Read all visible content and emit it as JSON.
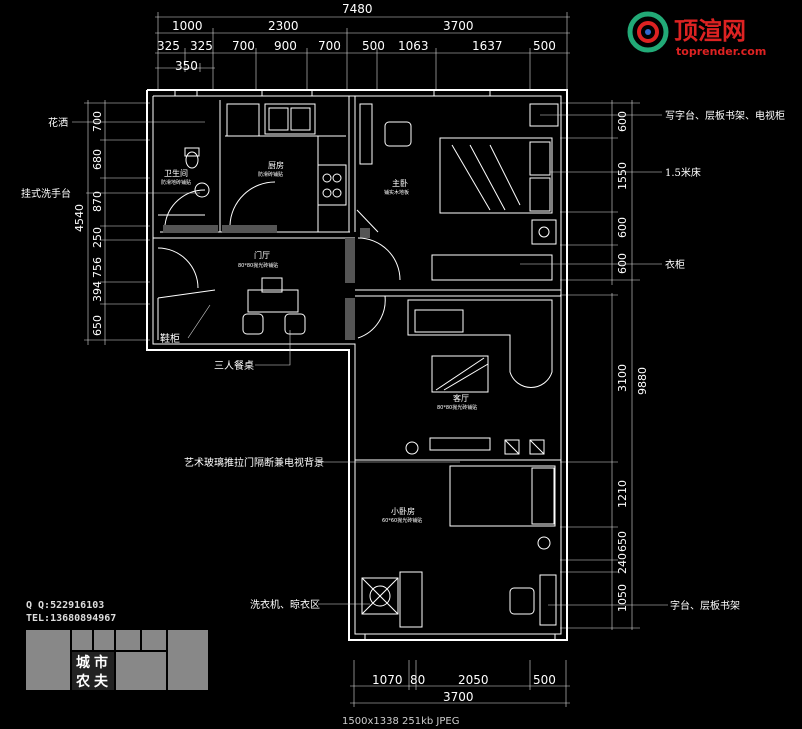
{
  "dimensions": {
    "top_total": "7480",
    "top_row1": [
      "1000",
      "2300",
      "3700"
    ],
    "top_row2": [
      "325",
      "325",
      "700",
      "900",
      "700",
      "500",
      "1063",
      "1637",
      "500"
    ],
    "top_row3": "350",
    "left_total": "4540",
    "left_segments": [
      "700",
      "680",
      "870",
      "250",
      "756",
      "394",
      "650"
    ],
    "right_upper": [
      "600",
      "1550",
      "600",
      "600"
    ],
    "right_total": "9880",
    "right_lower": [
      "3100",
      "1210",
      "650",
      "240",
      "1050"
    ],
    "bottom_row1": [
      "1070",
      "80",
      "2050",
      "500"
    ],
    "bottom_total": "3700"
  },
  "rooms": {
    "bathroom": "卫生间",
    "bathroom_sub": "防滑地砖铺贴",
    "kitchen": "厨房",
    "kitchen_sub": "防滑砖铺贴",
    "master_bedroom": "主卧",
    "master_sub": "铺实木地板",
    "foyer": "门厅",
    "foyer_sub": "80*80抛光砖铺贴",
    "living": "客厅",
    "living_sub": "80*80抛光砖铺贴",
    "small_bedroom": "小卧房",
    "small_sub": "60*60抛光砖铺贴"
  },
  "callouts": {
    "shower": "花洒",
    "basin": "挂式洗手台",
    "desk_tv": "写字台、层板书架、电视柜",
    "bed": "1.5米床",
    "wardrobe": "衣柜",
    "shoe_cabinet": "鞋柜",
    "dining": "三人餐桌",
    "glass_door": "艺术玻璃推拉门隔断兼电视背景",
    "laundry": "洗衣机、晾衣区",
    "desk_shelf": "字台、层板书架"
  },
  "brand": {
    "name": "顶渲网",
    "url": "toprender.com",
    "logo_chars": [
      "城",
      "市",
      "农",
      "夫"
    ],
    "accent": "#d22222"
  },
  "contact": {
    "qq": "Q Q:522916103",
    "tel": "TEL:13680894967"
  },
  "image_info": "1500x1338 251kb JPEG"
}
